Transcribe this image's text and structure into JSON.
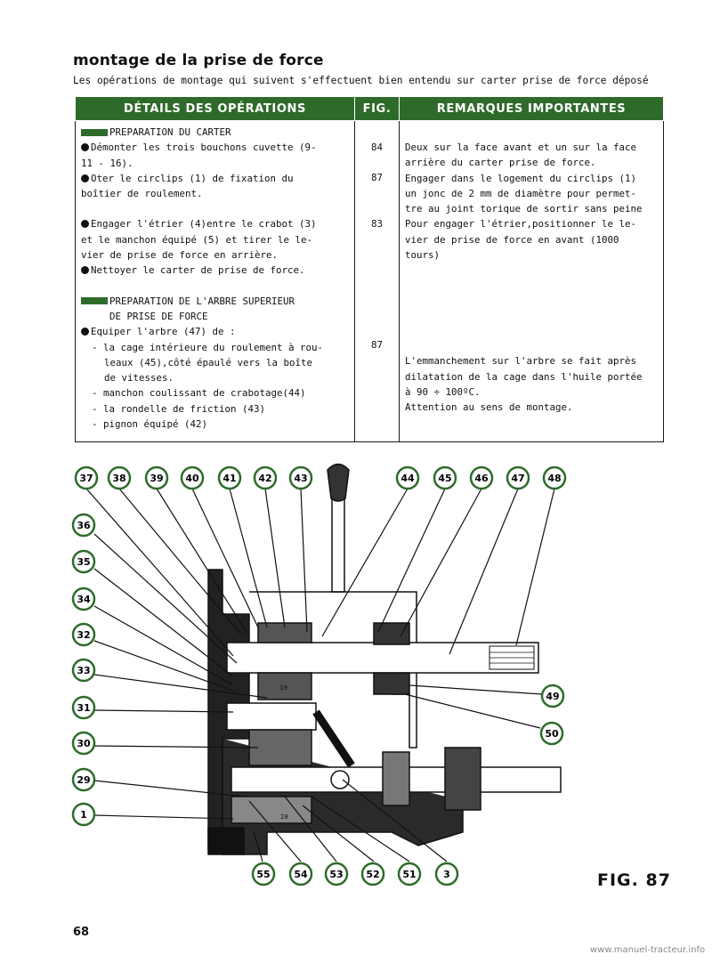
{
  "title": "montage de la prise de force",
  "intro": "Les opérations de montage qui suivent s'effectuent bien entendu sur carter prise de force déposé",
  "table": {
    "headers": [
      "DÉTAILS DES OPÉRATIONS",
      "FIG.",
      "REMARQUES IMPORTANTES"
    ],
    "details": {
      "sec1": "PREPARATION DU CARTER",
      "l1": "Démonter les trois bouchons cuvette (9-",
      "l2": "11 - 16).",
      "l3": "Oter le circlips (1) de fixation du",
      "l4": "boîtier de roulement.",
      "l5": "Engager l'étrier (4)entre le crabot (3)",
      "l6": "et le manchon équipé (5) et tirer le le-",
      "l7": "vier de prise de force en arrière.",
      "l8": "Nettoyer le carter de prise de force.",
      "sec2a": "PREPARATION DE L'ARBRE SUPERIEUR",
      "sec2b": "DE PRISE DE FORCE",
      "l9": "Equiper l'arbre (47) de :",
      "l10": "- la cage intérieure du roulement à rou-",
      "l11": "leaux (45),côté épaulé vers la boîte",
      "l12": "de vitesses.",
      "l13": "- manchon coulissant de crabotage(44)",
      "l14": "- la rondelle de friction (43)",
      "l15": "- pignon équipé (42)"
    },
    "figs": {
      "f1": "84",
      "f2": "87",
      "f3": "83",
      "f4": "87"
    },
    "remarks": {
      "r1": "Deux sur la face avant et un sur la face",
      "r2": "arrière du carter prise de force.",
      "r3": "Engager dans le logement du circlips (1)",
      "r4": "un jonc de 2 mm de diamètre pour permet-",
      "r5": "tre au joint torique de sortir sans peine",
      "r6": "Pour engager l'étrier,positionner le le-",
      "r7": "vier de prise de force en avant (1000 tours)",
      "r8": "L'emmanchement sur l'arbre se fait après",
      "r9": "dilatation de la cage dans l'huile portée",
      "r10": "à 90 ÷ 100ºC.",
      "r11": "Attention au sens de montage."
    }
  },
  "callouts": {
    "c37": "37",
    "c38": "38",
    "c39": "39",
    "c40": "40",
    "c41": "41",
    "c42": "42",
    "c43": "43",
    "c44": "44",
    "c45": "45",
    "c46": "46",
    "c47": "47",
    "c48": "48",
    "c36": "36",
    "c35": "35",
    "c34": "34",
    "c32": "32",
    "c33": "33",
    "c31": "31",
    "c30": "30",
    "c29": "29",
    "c1": "1",
    "c49": "49",
    "c50": "50",
    "c55": "55",
    "c54": "54",
    "c53": "53",
    "c52": "52",
    "c51": "51",
    "c3": "3"
  },
  "part_marks": {
    "m19": "19",
    "m28": "28"
  },
  "fig_label": "FIG. 87",
  "page_number": "68",
  "website": "www.manuel-tracteur.info",
  "colors": {
    "accent_green": "#2e6b2a",
    "callout_stroke": "#2e6b2a"
  }
}
